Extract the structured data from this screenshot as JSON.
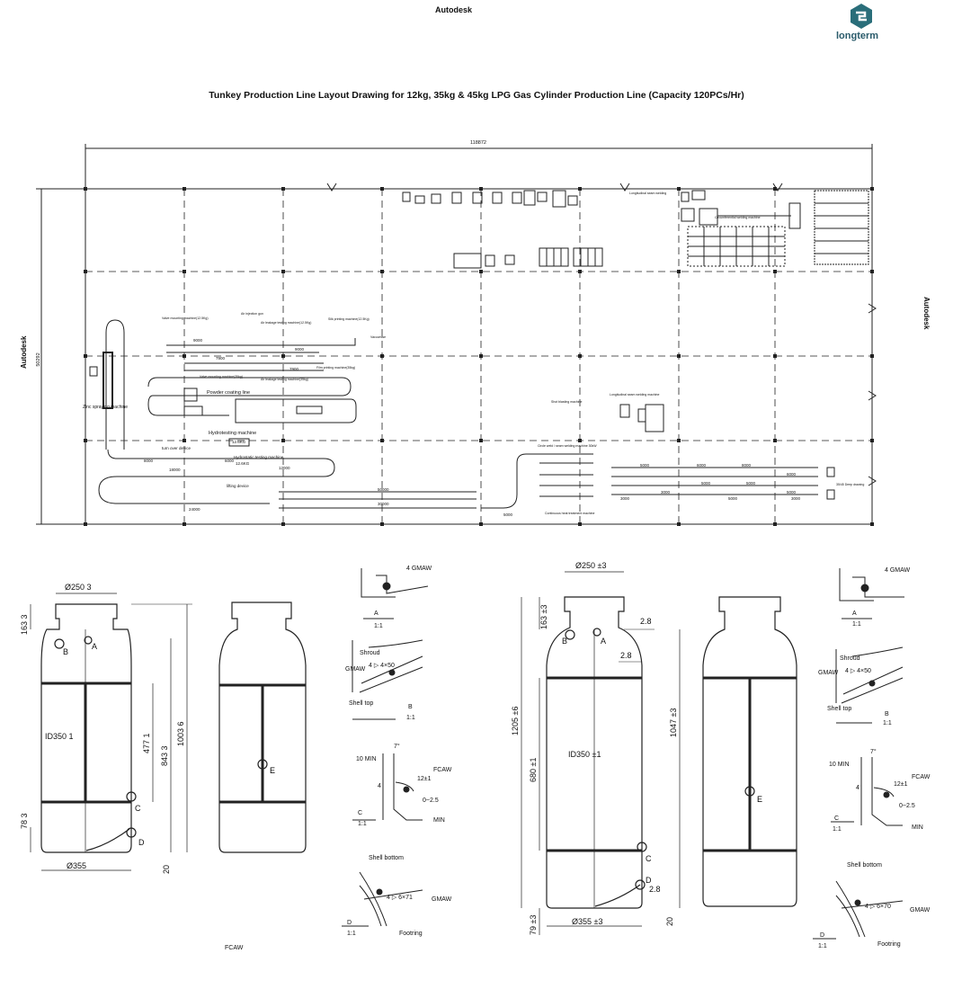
{
  "header": {
    "brand": "Autodesk",
    "logo_text": "longterm",
    "logo_icon": "longterm-hexagon-icon"
  },
  "title": "Tunkey Production Line Layout Drawing for 12kg, 35kg & 45kg LPG Gas Cylinder Production Line (Capacity 120PCs/Hr)",
  "sidebar_labels": {
    "left": "Autodesk",
    "right": "Autodesk"
  },
  "layout": {
    "overall_width": "118872",
    "overall_height": "50292",
    "labels": {
      "zinc_spraying": "Zinc spraying machine",
      "powder_coating": "Powder coating line",
      "hydro_testing": "Hydrotesting machine",
      "hydro_weight": "12.6KG",
      "hydrostatic": "Hydrostatic testing machine",
      "hydro_weight_2": "12.6KG",
      "turn_over": "turn over device",
      "lifting": "lifting device",
      "valve_mounting": "Valve mounting machine(12.5Kg)",
      "air_injection": "Air injection gun",
      "air_leakage": "Air leakage testing machine(12.5Kg)",
      "silk_printing": "Silk printing machine(12.5Kg)",
      "vacuum": "Vacuumise",
      "film_printing": "Film printing machine(35kg)",
      "valve_mounting_35": "Valve mounting machine(35kg)",
      "air_leakage_35": "Air leakage testing machine(35kg)",
      "shot_blasting": "Shot blasting machine",
      "lin_welding": "Circle weld / seam welding machine 30kW",
      "round_seam": "Longitudinal seam welding machine",
      "deep_drawing": "35/45 Deep drawing",
      "heat_treatment": "Continuous heat treatment machine",
      "cylinder_weight": "Longitudinal seam welding",
      "circ_welding": "Circumferential welding machine"
    },
    "dims": [
      "9000",
      "9000",
      "7900",
      "7900",
      "6000",
      "8000",
      "18000",
      "12000",
      "24000",
      "50000",
      "5000",
      "30000",
      "5000",
      "6000",
      "8000",
      "6000",
      "3000",
      "5000",
      "5000",
      "5000",
      "3000",
      "5000",
      "3000"
    ]
  },
  "cylinder_small": {
    "top_diameter": "Ø250 3",
    "top_height": "163 3",
    "inner_diameter": "ID350 1",
    "mid_height": "477 1",
    "body_height": "843 3",
    "total_height": "1003 6",
    "bottom_height": "78 3",
    "bottom_diameter": "Ø355",
    "gap": "20",
    "points": [
      "A",
      "B",
      "C",
      "D",
      "E"
    ]
  },
  "cylinder_large": {
    "top_diameter": "Ø250 ±3",
    "top_height": "163 ±3",
    "offset_1": "2.8",
    "offset_2": "2.8",
    "offset_3": "2.8",
    "inner_diameter": "ID350 ±1",
    "mid_height": "680 ±1",
    "total_height": "1205 ±6",
    "body_height": "1047 ±3",
    "bottom_height": "79 ±3",
    "bottom_diameter": "Ø355 ±3",
    "gap": "20",
    "points": [
      "A",
      "B",
      "C",
      "D",
      "E"
    ]
  },
  "details_left": {
    "a": {
      "label": "A",
      "scale": "1:1",
      "weld": "4 GMAW"
    },
    "b": {
      "label": "B",
      "scale": "1:1",
      "shroud": "Shroud",
      "gmaw": "GMAW",
      "weld": "4 ▷ 4×50",
      "shell": "Shell top"
    },
    "c": {
      "label": "C",
      "scale": "1:1",
      "min": "10 MIN",
      "angle": "7°",
      "fcaw": "FCAW",
      "dim1": "12±1",
      "dim2": "0~2.5",
      "min2": "MIN",
      "four": "4"
    },
    "d": {
      "label": "D",
      "scale": "1:1",
      "shell": "Shell bottom",
      "weld": "4 ▷ 6×71",
      "gmaw": "GMAW",
      "foot": "Footring"
    },
    "fragment": "FCAW"
  },
  "details_right": {
    "a": {
      "label": "A",
      "scale": "1:1",
      "weld": "4 GMAW"
    },
    "b": {
      "label": "B",
      "scale": "1:1",
      "shroud": "Shroud",
      "gmaw": "GMAW",
      "weld": "4 ▷ 4×50",
      "shell": "Shell top"
    },
    "c": {
      "label": "C",
      "scale": "1:1",
      "min": "10 MIN",
      "angle": "7°",
      "fcaw": "FCAW",
      "dim1": "12±1",
      "dim2": "0~2.5",
      "min2": "MIN",
      "four": "4"
    },
    "d": {
      "label": "D",
      "scale": "1:1",
      "shell": "Shell bottom",
      "weld": "4 ▷ 6×70",
      "gmaw": "GMAW",
      "foot": "Footring"
    }
  },
  "colors": {
    "line": "#222222",
    "logo": "#2a6e7a"
  }
}
